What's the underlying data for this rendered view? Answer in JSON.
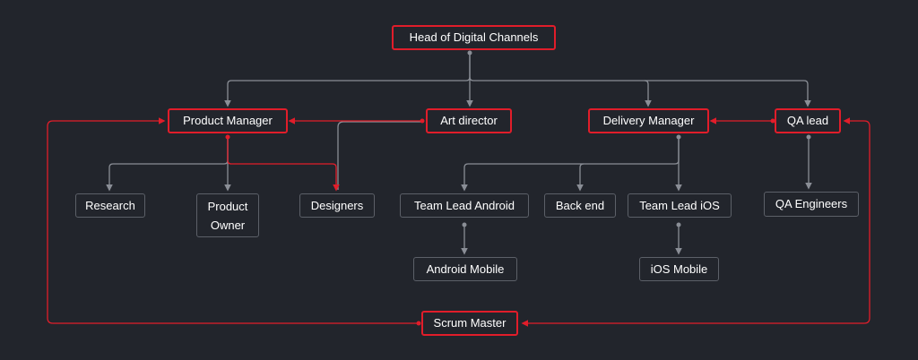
{
  "diagram": {
    "colors": {
      "background": "#22252c",
      "gray_connector": "#8a8e96",
      "red_connector": "#e11d2a",
      "gray_border": "#5c6068",
      "red_border": "#e11d2a",
      "text": "#ffffff"
    },
    "nodes": {
      "head": "Head of Digital Channels",
      "product_manager": "Product Manager",
      "art_director": "Art director",
      "delivery_manager": "Delivery Manager",
      "qa_lead": "QA lead",
      "research": "Research",
      "product_owner": "Product Owner",
      "designers": "Designers",
      "team_lead_android": "Team Lead Android",
      "back_end": "Back end",
      "team_lead_ios": "Team Lead iOS",
      "qa_engineers": "QA Engineers",
      "android_mobile": "Android Mobile",
      "ios_mobile": "iOS Mobile",
      "scrum_master": "Scrum Master"
    }
  }
}
